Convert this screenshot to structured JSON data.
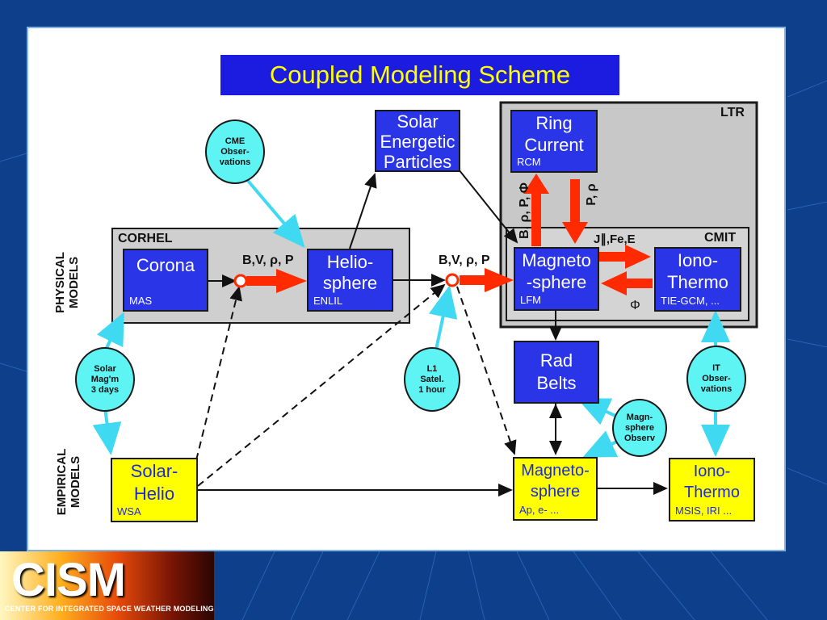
{
  "title": "Coupled Modeling Scheme",
  "side_labels": {
    "physical": "PHYSICAL MODELS",
    "empirical": "EMPIRICAL MODELS"
  },
  "panels": {
    "corhel": "CORHEL",
    "ltr": "LTR",
    "cmit": "CMIT"
  },
  "boxes": {
    "corona": {
      "name": "Corona",
      "code": "MAS"
    },
    "heliosphere": {
      "name_1": "Helio-",
      "name_2": "sphere",
      "code": "ENLIL"
    },
    "sep": {
      "line_1": "Solar",
      "line_2": "Energetic",
      "line_3": "Particles"
    },
    "ring_current": {
      "line_1": "Ring",
      "line_2": "Current",
      "code": "RCM"
    },
    "magnetosphere": {
      "line_1": "Magneto",
      "line_2": "-sphere",
      "code": "LFM"
    },
    "iono_thermo": {
      "line_1": "Iono-",
      "line_2": "Thermo",
      "code": "TIE-GCM, ..."
    },
    "rad_belts": {
      "line_1": "Rad",
      "line_2": "Belts"
    },
    "solar_helio": {
      "line_1": "Solar-",
      "line_2": "Helio",
      "code": "WSA"
    },
    "emp_magnetosphere": {
      "line_1": "Magneto-",
      "line_2": "sphere",
      "code": "Ap, e- ..."
    },
    "emp_iono_thermo": {
      "line_1": "Iono-",
      "line_2": "Thermo",
      "code": "MSIS, IRI ..."
    }
  },
  "circles": {
    "cme": {
      "line_1": "CME",
      "line_2": "Obser-",
      "line_3": "vations"
    },
    "solar_mag": {
      "line_1": "Solar",
      "line_2": "Mag'm",
      "line_3": "3 days"
    },
    "l1": {
      "line_1": "L1",
      "line_2": "Satel.",
      "line_3": "1 hour"
    },
    "it_obs": {
      "line_1": "IT",
      "line_2": "Obser-",
      "line_3": "vations"
    },
    "magn_obs": {
      "line_1": "Magn-",
      "line_2": "sphere",
      "line_3": "Observ"
    }
  },
  "variables": {
    "bvrp_1": "B,V, ρ, P",
    "bvrp_2": "B,V, ρ, P",
    "up_vars": "B, ρ, P, Φ",
    "down_vars": "P, ρ",
    "j_fe_e": "J∥,Fe,E",
    "phi": "Φ"
  },
  "logo": {
    "brand": "CISM",
    "subtitle": "CENTER FOR INTEGRATED SPACE WEATHER MODELING"
  },
  "colors": {
    "background": "#0d3f8a",
    "title_bg": "#1c1ce0",
    "title_text": "#ffff00",
    "physical_box": "#2b35e8",
    "empirical_box": "#ffff00",
    "obs_circle": "#5ff4f4",
    "arrow_red": "#ff2a00",
    "arrow_cyan": "#3fd9f2"
  }
}
